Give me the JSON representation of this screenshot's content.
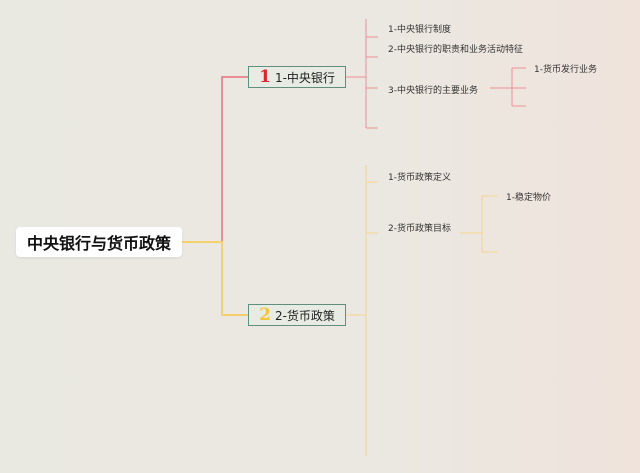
{
  "root": {
    "label": "中央银行与货币政策"
  },
  "branches": [
    {
      "number": "1",
      "label": "1-中央银行",
      "color": "#e8707a",
      "children": [
        {
          "label": "1-中央银行制度"
        },
        {
          "label": "2-中央银行的职责和业务活动特征"
        },
        {
          "label": "3-中央银行的主要业务",
          "children": [
            {
              "label": "1-货币发行业务"
            }
          ]
        }
      ]
    },
    {
      "number": "2",
      "label": "2-货币政策",
      "color": "#f6cf6e",
      "children": [
        {
          "label": "1-货币政策定义"
        },
        {
          "label": "2-货币政策目标",
          "children": [
            {
              "label": "1-稳定物价"
            }
          ]
        }
      ]
    }
  ]
}
